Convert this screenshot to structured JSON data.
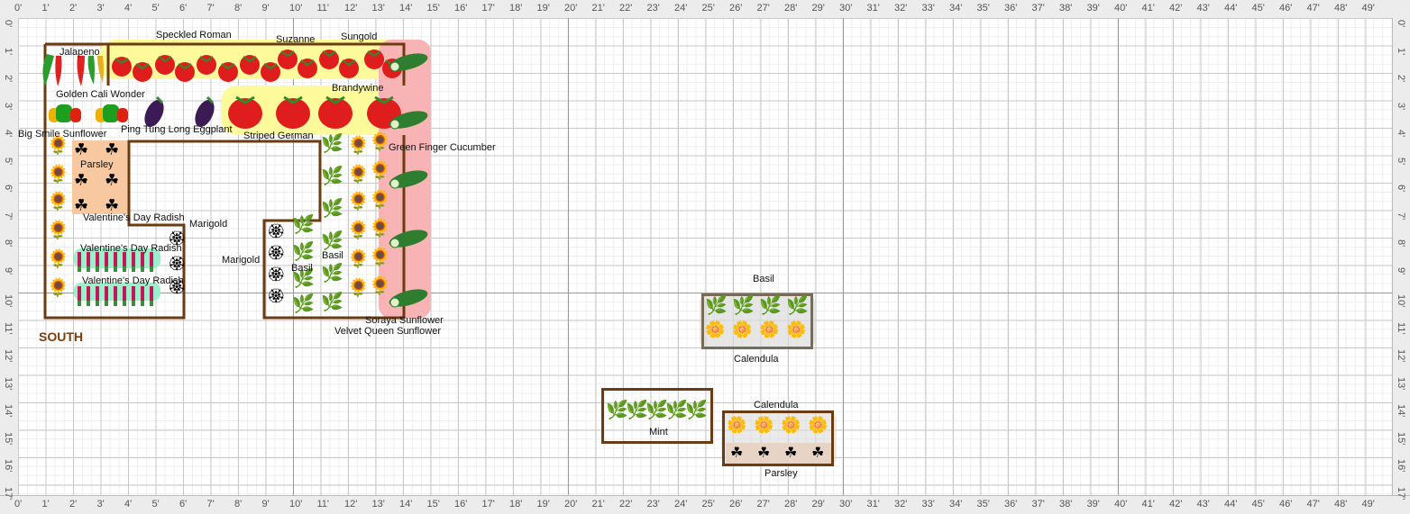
{
  "rulers": {
    "x_labels": [
      "0'",
      "1'",
      "2'",
      "3'",
      "4'",
      "5'",
      "6'",
      "7'",
      "8'",
      "9'",
      "10'",
      "11'",
      "12'",
      "13'",
      "14'",
      "15'",
      "16'",
      "17'",
      "18'",
      "19'",
      "20'",
      "21'",
      "22'",
      "23'",
      "24'",
      "25'",
      "26'",
      "27'",
      "28'",
      "29'",
      "30'",
      "31'",
      "32'",
      "33'",
      "34'",
      "35'",
      "36'",
      "37'",
      "38'",
      "39'",
      "40'",
      "41'",
      "42'",
      "43'",
      "44'",
      "45'",
      "46'",
      "47'",
      "48'",
      "49'"
    ],
    "y_labels": [
      "0'",
      "1'",
      "2'",
      "3'",
      "4'",
      "5'",
      "6'",
      "7'",
      "8'",
      "9'",
      "10'",
      "11'",
      "12'",
      "13'",
      "14'",
      "15'",
      "16'",
      "17'"
    ]
  },
  "compass": "SOUTH",
  "labels": {
    "jalapeno": "Jalapeno",
    "speckled_roman": "Speckled Roman",
    "suzanne": "Suzanne",
    "sungold": "Sungold",
    "golden_cali_wonder": "Golden Cali Wonder",
    "brandywine": "Brandywine",
    "big_smile_sunflower": "Big Smile Sunflower",
    "ping_tung": "Ping Tung Long Eggplant",
    "striped_german": "Striped German",
    "green_finger_cucumber": "Green Finger Cucumber",
    "parsley_1": "Parsley",
    "valentine_1": "Valentine's Day Radish",
    "marigold_1": "Marigold",
    "valentine_2": "Valentine's Day Radish",
    "marigold_2": "Marigold",
    "basil_1": "Basil",
    "basil_2": "Basil",
    "valentine_3": "Valentine's Day Radish",
    "soraya_sunflower": "Soraya Sunflower",
    "velvet_queen_sunflower": "Velvet Queen Sunflower",
    "basil_3": "Basil",
    "calendula_1": "Calendula",
    "calendula_2": "Calendula",
    "mint": "Mint",
    "parsley_2": "Parsley"
  },
  "icons": {
    "tomato": "tomato-icon",
    "pepper": "pepper-icon",
    "eggplant": "eggplant-icon",
    "sunflower": "sunflower-icon",
    "cucumber": "cucumber-icon",
    "basil": "basil-icon",
    "radish": "radish-icon",
    "marigold": "marigold-icon",
    "parsley": "parsley-icon",
    "mint": "mint-icon",
    "calendula": "calendula-icon"
  },
  "colors": {
    "bed_border": "#6b3b12",
    "highlight_yellow": "#fdfa9c",
    "highlight_red": "#f8b4b4",
    "highlight_orange": "#f8c9a0",
    "highlight_green": "#9af0c8",
    "compass": "#7a3e10"
  }
}
